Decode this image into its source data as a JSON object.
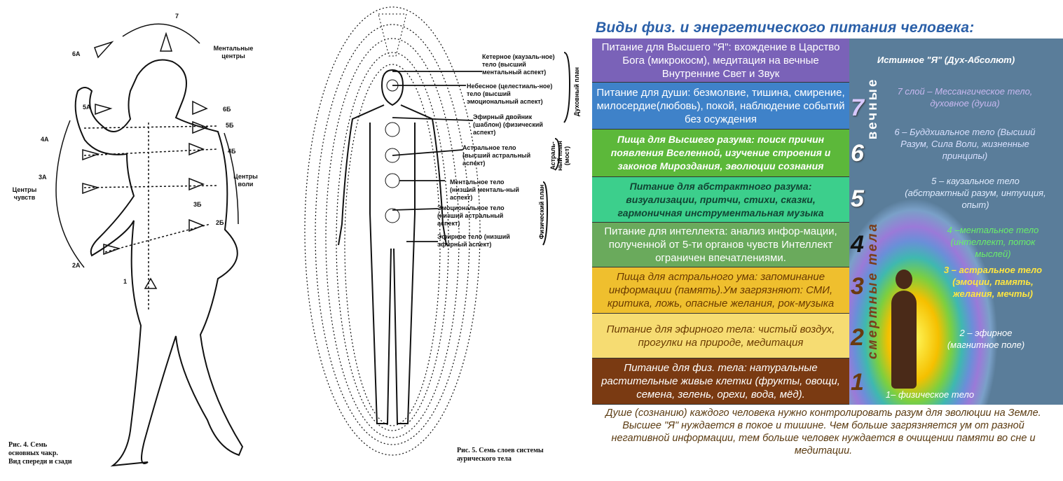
{
  "fig4": {
    "labels": {
      "c7": "7",
      "mental": "Ментальные центры",
      "c6a": "6А",
      "c6b": "6Б",
      "c5a": "5А",
      "c5b": "5Б",
      "c4a": "4А",
      "c4b": "4Б",
      "c3a": "3А",
      "c3b": "3Б",
      "c2a": "2А",
      "c2b": "2Б",
      "c1": "1",
      "feel": "Центры чувств",
      "will": "Центры воли"
    },
    "caption": [
      "Рис. 4. Семь",
      "основных чакр.",
      "Вид спереди и сзади"
    ]
  },
  "fig5": {
    "layers": [
      "Кетерное (каузаль-ное) тело (высший ментальный аспект)",
      "Небесное (целестиаль-ное) тело (высший эмоциональный аспект)",
      "Эфирный двойник (шаблон) (физический аспект)",
      "Астральное тело (высший астральный аспект)",
      "Ментальное тело (низший менталь-ный аспект)",
      "Эмоциональное тело (низший астральный аспект)",
      "Эфирное тело (низший эфирный аспект)"
    ],
    "planes": {
      "spirit": "Духовный план",
      "astral": "Астраль-ный план (мост)",
      "physical": "Физический план"
    },
    "caption": [
      "Рис. 5. Семь слоев системы",
      "аурического тела"
    ]
  },
  "right": {
    "title": "Виды физ. и энергетического питания человека:",
    "rows": [
      {
        "text": "Питание для Высшего \"Я\": вхождение в Царство Бога (микрокосм), медитация на вечные Внутренние Свет и Звук",
        "bg": "#7a62b8",
        "color": "#ffffff"
      },
      {
        "text": "Питание для души: безмолвие, тишина, смирение, милосердие(любовь), покой, наблюдение событий без осуждения",
        "bg": "#3f82c9",
        "color": "#ffffff"
      },
      {
        "text": "Пища для Высшего разума: поиск причин появления Вселенной, изучение строения и законов Мироздания, эволюции сознания",
        "bg": "#5cb83a",
        "color": "#ffffff"
      },
      {
        "text": "Питание для абстрактного разума: визуализации, притчи, стихи, сказки, гармоничная инструментальная музыка",
        "bg": "#3ccf8c",
        "color": "#114433"
      },
      {
        "text": "Питание для интеллекта: анализ инфор-мации, полученной от 5-ти органов чувств Интеллект ограничен впечатлениями.",
        "bg": "#6aaa5c",
        "color": "#ffffff"
      },
      {
        "text": "Пища для астрального ума: запоминание информации (память).Ум загрязняют: СМИ, критика, ложь, опасные желания, рок-музыка",
        "bg": "#efbf2e",
        "color": "#6a3a00"
      },
      {
        "text": "Питание для эфирного тела: чистый воздух, прогулки на природе, медитация",
        "bg": "#f6dc72",
        "color": "#6a3a00"
      },
      {
        "text": "Питание для физ. тела: натуральные растительные живые клетки (фрукты, овощи, семена, зелень, орехи, вода, мёд).",
        "bg": "#7a3a12",
        "color": "#ffffff"
      }
    ],
    "panel": {
      "top": "Истинное \"Я\" (Дух-Абсолют)",
      "eternal": "вечные",
      "mortal": "смертные тела",
      "numbers": [
        "7",
        "6",
        "5",
        "4",
        "3",
        "2",
        "1"
      ],
      "layers": [
        "7 слой – Мессангическое тело, духовное (душа)",
        "6 – Буддхиальное тело (Высший Разум, Сила Воли, жизненные принципы)",
        "5 – каузальное тело (абстрактный разум, интуиция, опыт)",
        "4 –ментальное тело (интеллект, поток мыслей)",
        "3 – астральное тело (эмоции, память, желания, мечты)",
        "2 – эфирное (магнитное поле)",
        "1– физическое тело"
      ]
    },
    "footer": "Душе (сознанию) каждого человека нужно контролировать разум для эволюции на Земле. Высшее \"Я\" нуждается в покое и тишине. Чем больше загрязняется ум от разной негативной информации, тем больше человек нуждается в очищении памяти во сне и медитации."
  }
}
